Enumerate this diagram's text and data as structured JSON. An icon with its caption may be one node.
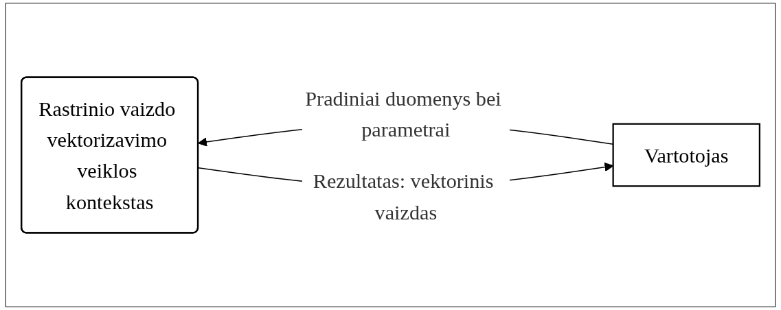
{
  "diagram": {
    "nodes": [
      {
        "text": [
          "Vartotojas"
        ]
      },
      {
        "text": [
          "Rastrinio vaizdo vektorizavimo veiklos kontekstas"
        ]
      }
    ],
    "edges": [
      {
        "from": 1,
        "to": 0,
        "arrow": "to",
        "label": "Rezultatas: vektorinis vaizdas"
      },
      {
        "from": 0,
        "to": 1,
        "arrow": "to",
        "label": "Pradiniai duomenys bei parametrai"
      }
    ]
  }
}
